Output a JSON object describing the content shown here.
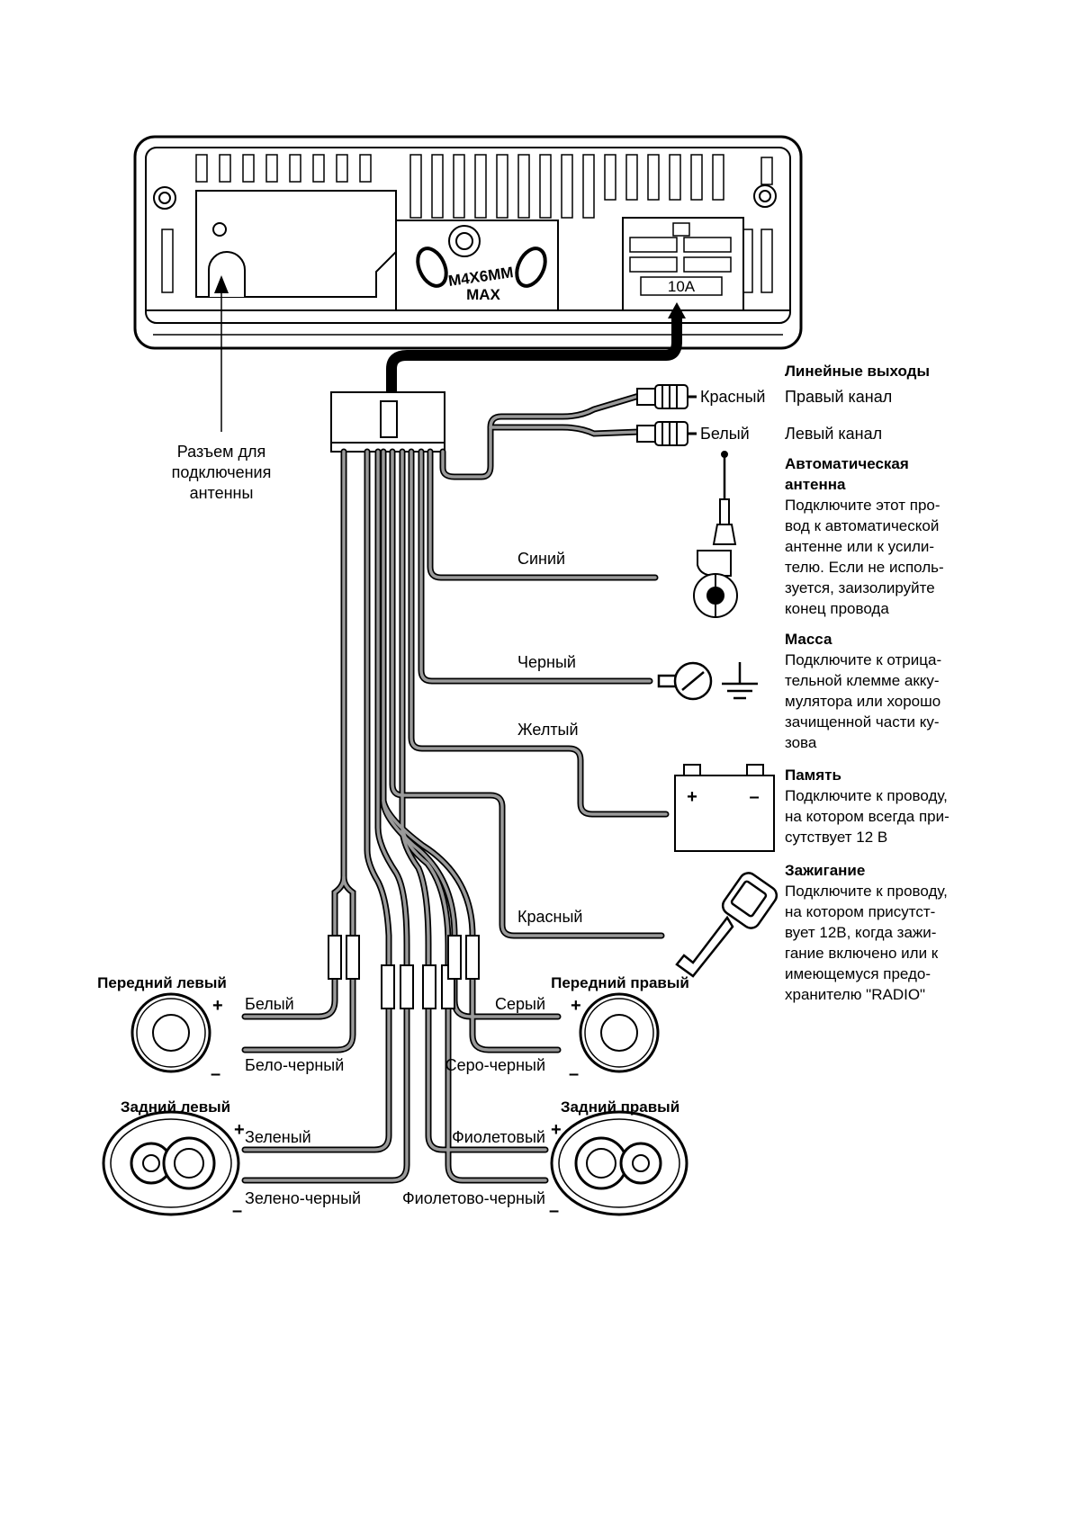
{
  "head_unit": {
    "screw_spec_1": "M4X6MM",
    "screw_spec_2": "MAX",
    "fuse": "10A"
  },
  "antenna_socket_label": [
    "Разъем для",
    "подключения",
    "антенны"
  ],
  "line_out": {
    "title": "Линейные выходы",
    "red": "Красный",
    "red_channel": "Правый канал",
    "white": "Белый",
    "white_channel": "Левый канал"
  },
  "wires": {
    "blue": "Синий",
    "black": "Черный",
    "yellow": "Желтый",
    "red": "Красный"
  },
  "notes": {
    "auto_antenna": {
      "title": "Автоматическая\nантенна",
      "body": " Подключите этот про-\nвод к автоматической\nантенне или к усили-\nтелю. Если не исполь-\nзуется, заизолируйте\nконец провода"
    },
    "ground": {
      "title": "Масса",
      "body": "Подключите к отрица-\nтельной клемме акку-\nмулятора или хорошо\nзачищенной части ку-\nзова"
    },
    "memory": {
      "title": "Память",
      "body": "Подключите к проводу,\nна котором всегда при-\nсутствует 12 В"
    },
    "ignition": {
      "title": "Зажигание",
      "body": "Подключите к проводу,\nна котором присутст-\nвует 12В, когда зажи-\nгание включено или к\nимеющемуся предо-\nхранителю \"RADIO\""
    }
  },
  "speakers": {
    "front_left": {
      "title": "Передний левый",
      "plus": "Белый",
      "minus": "Бело-черный"
    },
    "front_right": {
      "title": "Передний правый",
      "plus": "Серый",
      "minus": "Серо-черный"
    },
    "rear_left": {
      "title": "Задний левый",
      "plus": "Зеленый",
      "minus": "Зелено-черный"
    },
    "rear_right": {
      "title": "Задний правый",
      "plus": "Фиолетовый",
      "minus": "Фиолетово-черный"
    }
  },
  "battery_plus": "+",
  "battery_minus": "–",
  "pol_plus": "+",
  "pol_minus": "–"
}
